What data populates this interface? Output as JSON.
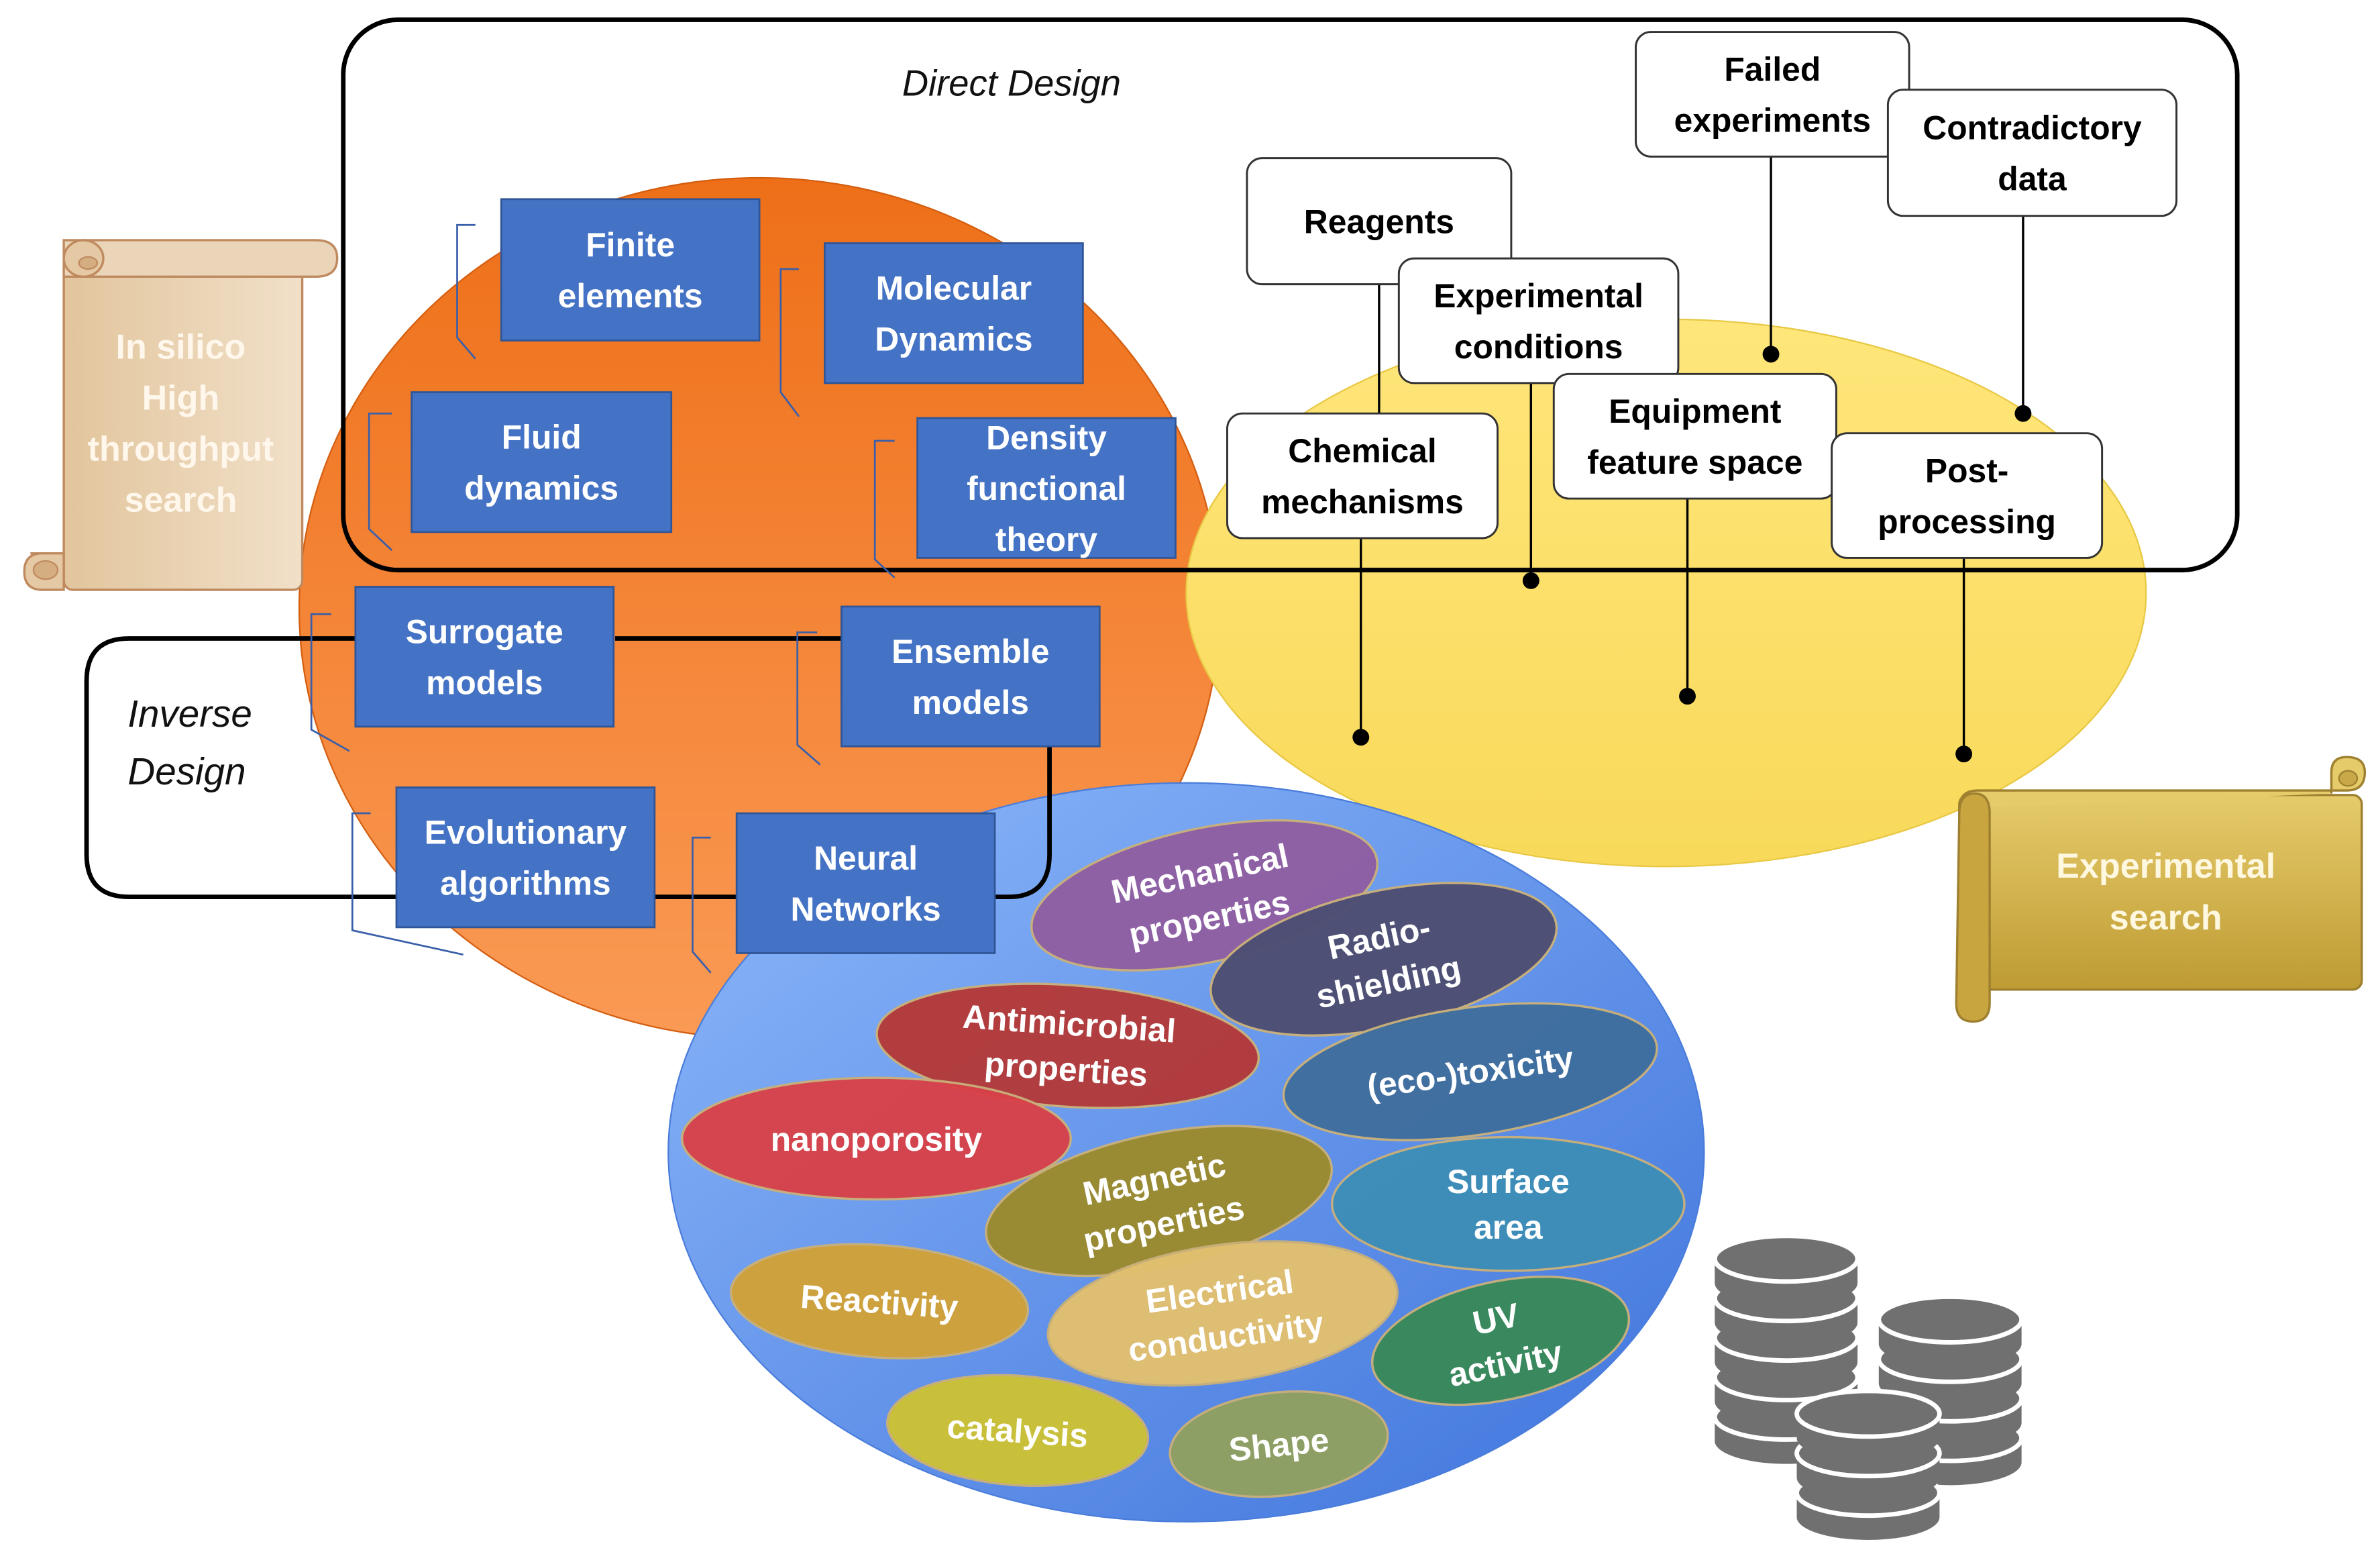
{
  "groups": {
    "direct_design": "Direct Design",
    "inverse_design_line1": "Inverse",
    "inverse_design_line2": "Design"
  },
  "scrolls": {
    "in_silico": [
      "In silico",
      "High",
      "throughput",
      "search"
    ],
    "experimental": [
      "Experimental",
      "search"
    ]
  },
  "computational_methods": [
    [
      "Finite",
      "elements"
    ],
    [
      "Molecular",
      "Dynamics"
    ],
    [
      "Fluid",
      "dynamics"
    ],
    [
      "Density",
      "functional",
      "theory"
    ],
    [
      "Surrogate",
      "models"
    ],
    [
      "Ensemble",
      "models"
    ],
    [
      "Evolutionary",
      "algorithms"
    ],
    [
      "Neural",
      "Networks"
    ]
  ],
  "experimental_factors": [
    [
      "Failed",
      "experiments"
    ],
    [
      "Contradictory",
      "data"
    ],
    [
      "Reagents"
    ],
    [
      "Experimental",
      "conditions"
    ],
    [
      "Chemical",
      "mechanisms"
    ],
    [
      "Equipment",
      "feature space"
    ],
    [
      "Post-",
      "processing"
    ]
  ],
  "properties": [
    [
      "Mechanical",
      "properties"
    ],
    [
      "Radio-",
      "shielding"
    ],
    [
      "Antimicrobial",
      "properties"
    ],
    [
      "(eco-)toxicity"
    ],
    [
      "nanoporosity"
    ],
    [
      "Magnetic",
      "properties"
    ],
    [
      "Surface",
      "area"
    ],
    [
      "Reactivity"
    ],
    [
      "Electrical",
      "conductivity"
    ],
    [
      "UV",
      "activity"
    ],
    [
      "catalysis"
    ],
    [
      "Shape"
    ]
  ],
  "colors": {
    "orange": "#F07A2A",
    "yellow": "#FCE071",
    "blue": "#5B8FE6",
    "method_box": "#4472C4",
    "scroll_left": "#E7CFAE",
    "scroll_right": "#D4B44E",
    "database": "#707070"
  },
  "icons": {
    "database": "database-stack-icon"
  }
}
